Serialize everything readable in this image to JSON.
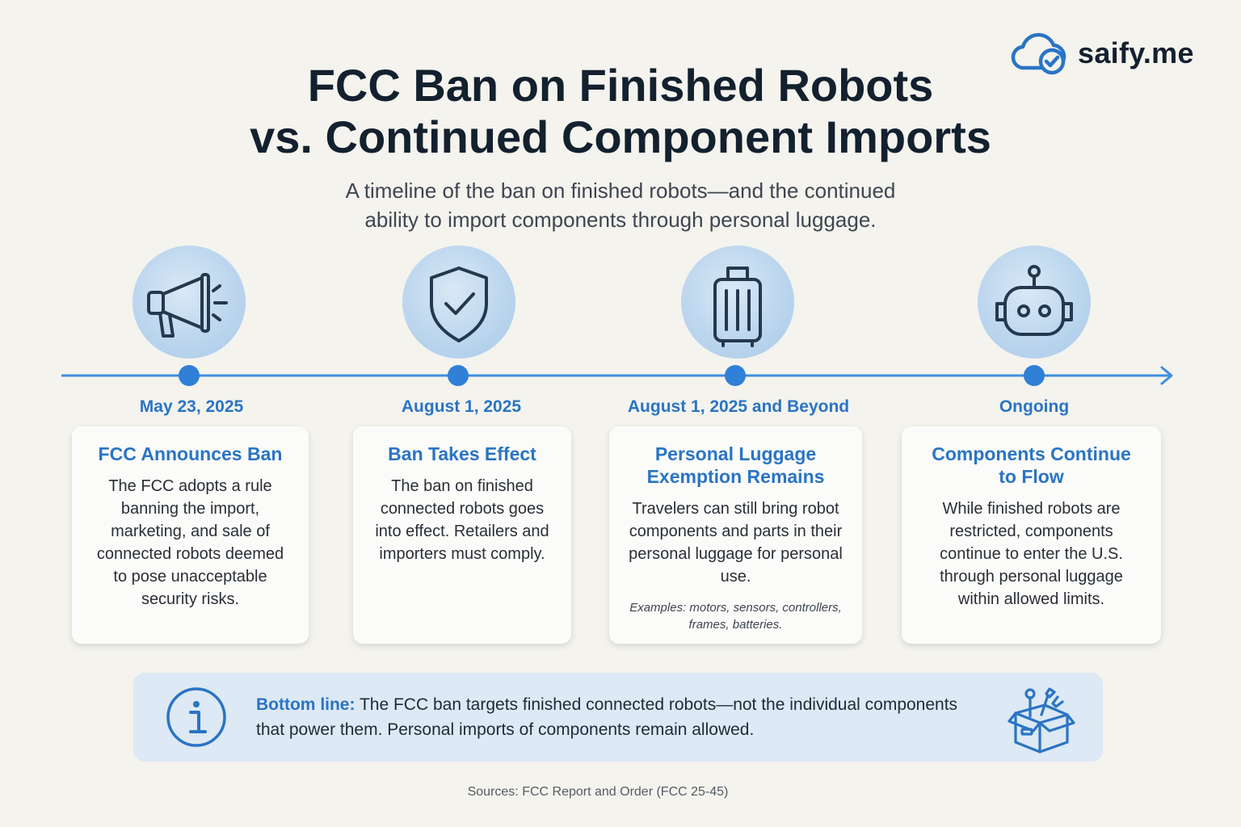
{
  "brand": {
    "name": "saify.me",
    "icon": "cloud-check-icon"
  },
  "header": {
    "title_lines": [
      "FCC Ban on Finished Robots",
      "vs. Continued Component Imports"
    ],
    "subtitle_lines": [
      "A timeline of the ban on finished robots—and the continued",
      "ability to import components through personal luggage."
    ]
  },
  "colors": {
    "accent": "#2a74c4",
    "timeline": "#2f80d6",
    "background": "#f4f3ee",
    "banner": "#dde9f4"
  },
  "timeline": {
    "events": [
      {
        "date": "May 23, 2025",
        "icon": "megaphone-icon",
        "title_lines": [
          "FCC Announces Ban"
        ],
        "body": "The FCC adopts a rule banning the import, marketing, and sale of connected robots deemed to pose unacceptable security risks.",
        "note": ""
      },
      {
        "date": "August 1, 2025",
        "icon": "shield-check-icon",
        "title_lines": [
          "Ban Takes Effect"
        ],
        "body": "The ban on finished connected robots goes into effect. Retailers and importers must comply.",
        "note": ""
      },
      {
        "date": "August 1, 2025 and Beyond",
        "icon": "luggage-icon",
        "title_lines": [
          "Personal Luggage",
          "Exemption Remains"
        ],
        "body": "Travelers can still bring robot components and parts in their personal luggage for personal use.",
        "note": "Examples: motors, sensors, controllers, frames, batteries."
      },
      {
        "date": "Ongoing",
        "icon": "robot-icon",
        "title_lines": [
          "Components Continue",
          "to Flow"
        ],
        "body": "While finished robots are restricted, components continue to enter the U.S. through personal luggage within allowed limits.",
        "note": ""
      }
    ]
  },
  "bottom_line": {
    "label": "Bottom line:",
    "text": "The FCC ban targets finished connected robots—not the individual components that power them. Personal imports of components remain allowed.",
    "left_icon": "info-icon",
    "right_icon": "toolbox-icon"
  },
  "sources": "Sources: FCC Report and Order (FCC 25-45)"
}
